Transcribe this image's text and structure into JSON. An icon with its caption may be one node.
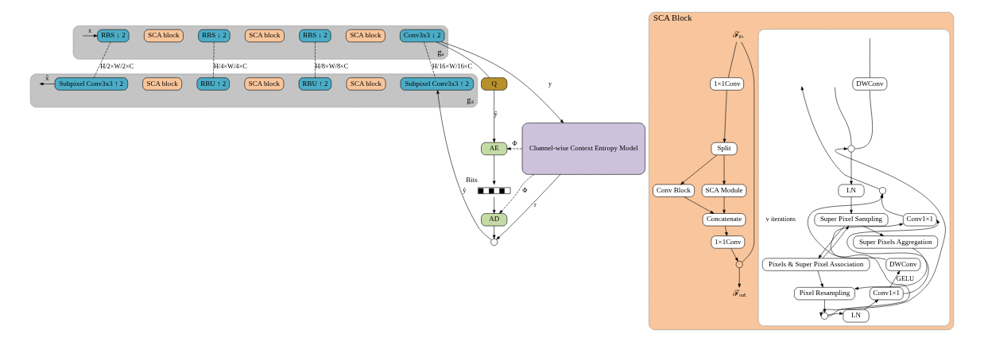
{
  "diagram": {
    "nodes": [
      {
        "text": [
          "gₐ"
        ]
      },
      {
        "text": [
          "RBS ↓ 2"
        ],
        "in": 0
      },
      {
        "text": [
          "SCA block"
        ],
        "in": 0
      },
      {
        "text": [
          "RBS ↓ 2"
        ],
        "in": 0
      },
      {
        "text": [
          "SCA block"
        ],
        "in": 0
      },
      {
        "text": [
          "RBS ↓ 2"
        ],
        "in": 0
      },
      {
        "text": [
          "SCA block"
        ],
        "in": 0
      },
      {
        "text": [
          "Conv3x3 ↓ 2"
        ],
        "in": 0
      },
      {
        "text": [
          "gₛ"
        ]
      },
      {
        "text": [
          "Subpixel Conv3x3 ↑ 2"
        ],
        "in": 8
      },
      {
        "text": [
          "SCA block"
        ],
        "in": 8
      },
      {
        "text": [
          "RBU ↑ 2"
        ],
        "in": 8
      },
      {
        "text": [
          "SCA block"
        ],
        "in": 8
      },
      {
        "text": [
          "RBU ↑ 2"
        ],
        "in": 8
      },
      {
        "text": [
          "SCA block"
        ],
        "in": 8
      },
      {
        "text": [
          "Subpixel Conv3x3 ↑ 2"
        ],
        "in": 8
      },
      {
        "text": [
          "Q"
        ]
      },
      {
        "text": [
          "AE"
        ]
      },
      {
        "text": [],
        "shape": "bar",
        "beside": [
          "Bits"
        ]
      },
      {
        "text": [
          "AD"
        ]
      },
      {
        "text": [],
        "shape": "circle"
      },
      {
        "text": [
          "Channel-wise Context Entropy Model"
        ]
      },
      {
        "text": [
          "SCA Block"
        ]
      },
      {
        "text": [
          "ℱᵢₙ"
        ],
        "in": 22
      },
      {
        "text": [
          "1×1Conv"
        ],
        "in": 22
      },
      {
        "text": [
          "Split"
        ],
        "in": 22
      },
      {
        "text": [
          "Conv Block"
        ],
        "in": 22
      },
      {
        "text": [
          "SCA Module"
        ],
        "in": 22
      },
      {
        "text": [
          "Concatenate"
        ],
        "in": 22
      },
      {
        "text": [
          "1×1Conv"
        ],
        "in": 22
      },
      {
        "text": [],
        "shape": "circle",
        "in": 22
      },
      {
        "text": [
          "ℱₒᵤₜ"
        ],
        "in": 22
      },
      {
        "text": [],
        "shape": "box",
        "in": 22
      },
      {
        "text": [
          "DWConv"
        ],
        "in": 32
      },
      {
        "text": [],
        "shape": "circle",
        "in": 32
      },
      {
        "text": [
          "LN"
        ],
        "in": 32
      },
      {
        "text": [
          "Super Pixel Sampling"
        ],
        "in": 32
      },
      {
        "text": [
          "Pixels & Super Pixel Association"
        ],
        "in": 32
      },
      {
        "text": [
          "Super Pixels Aggregation"
        ],
        "in": 32
      },
      {
        "text": [
          "Pixel Resampling"
        ],
        "in": 32
      },
      {
        "text": [],
        "shape": "circle",
        "in": 32
      },
      {
        "text": [
          "LN"
        ],
        "in": 32
      },
      {
        "text": [
          "Conv1×1"
        ],
        "in": 32
      },
      {
        "text": [
          "DWConv"
        ],
        "in": 32
      },
      {
        "text": [
          "Conv1×1"
        ],
        "in": 32
      },
      {
        "text": [],
        "shape": "circle",
        "in": 32
      }
    ],
    "edges": [
      {
        "from": null,
        "to": 1,
        "arrow": "to",
        "label": "x"
      },
      {
        "from": 7,
        "to": 21,
        "arrow": "to",
        "label": "y"
      },
      {
        "from": 7,
        "to": 16,
        "arrow": "none"
      },
      {
        "from": 16,
        "to": 17,
        "arrow": "to",
        "label": "ŷ"
      },
      {
        "from": 17,
        "to": 18,
        "arrow": "to"
      },
      {
        "from": 18,
        "to": 19,
        "arrow": "to"
      },
      {
        "from": 19,
        "to": 20,
        "arrow": "to"
      },
      {
        "from": 21,
        "to": 20,
        "arrow": "to",
        "label": "r"
      },
      {
        "from": 20,
        "to": 15,
        "arrow": "to",
        "label": "ŷ"
      },
      {
        "from": 9,
        "to": null,
        "arrow": "to",
        "label": "x̂"
      },
      {
        "from": 21,
        "to": 17,
        "arrow": "to",
        "label": "Φ",
        "style": "dashed"
      },
      {
        "from": 21,
        "to": 19,
        "arrow": "to",
        "label": "Φ",
        "style": "dashed"
      },
      {
        "from": 1,
        "to": 9,
        "arrow": "none",
        "label": "H/2×W/2×C",
        "style": "dashed"
      },
      {
        "from": 3,
        "to": 11,
        "arrow": "none",
        "label": "H/4×W/4×C",
        "style": "dashed"
      },
      {
        "from": 5,
        "to": 13,
        "arrow": "none",
        "label": "H/8×W/8×C",
        "style": "dashed"
      },
      {
        "from": 7,
        "to": 15,
        "arrow": "none",
        "label": "H/16×W/16×C",
        "style": "dashed"
      },
      {
        "from": 23,
        "to": 24,
        "arrow": "none"
      },
      {
        "from": 24,
        "to": 25,
        "arrow": "to"
      },
      {
        "from": 25,
        "to": 26,
        "arrow": "to"
      },
      {
        "from": 25,
        "to": 27,
        "arrow": "to"
      },
      {
        "from": 26,
        "to": 28,
        "arrow": "to"
      },
      {
        "from": 27,
        "to": 28,
        "arrow": "to"
      },
      {
        "from": 28,
        "to": 29,
        "arrow": "to"
      },
      {
        "from": 29,
        "to": 30,
        "arrow": "to"
      },
      {
        "from": 23,
        "to": 30,
        "arrow": "none"
      },
      {
        "from": 30,
        "to": 31,
        "arrow": "to"
      },
      {
        "from": null,
        "to": 33,
        "arrow": "none"
      },
      {
        "from": null,
        "to": 34,
        "arrow": "none"
      },
      {
        "from": 33,
        "to": 34,
        "arrow": "none"
      },
      {
        "from": 34,
        "to": 35,
        "arrow": "to"
      },
      {
        "from": 35,
        "to": 36,
        "arrow": "to"
      },
      {
        "from": 36,
        "to": 37,
        "arrow": "to"
      },
      {
        "from": 37,
        "to": 36,
        "arrow": "to"
      },
      {
        "from": 36,
        "to": 38,
        "arrow": "to"
      },
      {
        "from": 37,
        "to": 39,
        "arrow": "to"
      },
      {
        "from": 38,
        "to": 39,
        "arrow": "to"
      },
      {
        "from": 39,
        "to": 40,
        "arrow": "to"
      },
      {
        "from": 34,
        "to": 40,
        "arrow": "both"
      },
      {
        "from": 40,
        "to": 41,
        "arrow": "to"
      },
      {
        "from": 41,
        "to": 44,
        "arrow": "to"
      },
      {
        "from": 44,
        "to": 43,
        "arrow": "to",
        "label": "GELU"
      },
      {
        "from": 44,
        "to": 42,
        "arrow": "to"
      },
      {
        "from": 43,
        "to": 42,
        "arrow": "to"
      },
      {
        "from": 42,
        "to": 45,
        "arrow": "to"
      },
      {
        "from": 40,
        "to": 45,
        "arrow": "to"
      },
      {
        "from": 45,
        "to": null,
        "arrow": "to"
      }
    ],
    "labels": [
      "v iterations"
    ]
  }
}
